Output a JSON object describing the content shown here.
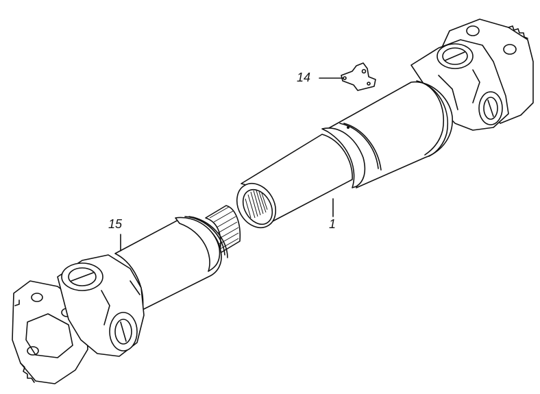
{
  "callouts": {
    "part_14": "14",
    "part_15": "15",
    "part_1": "1"
  }
}
